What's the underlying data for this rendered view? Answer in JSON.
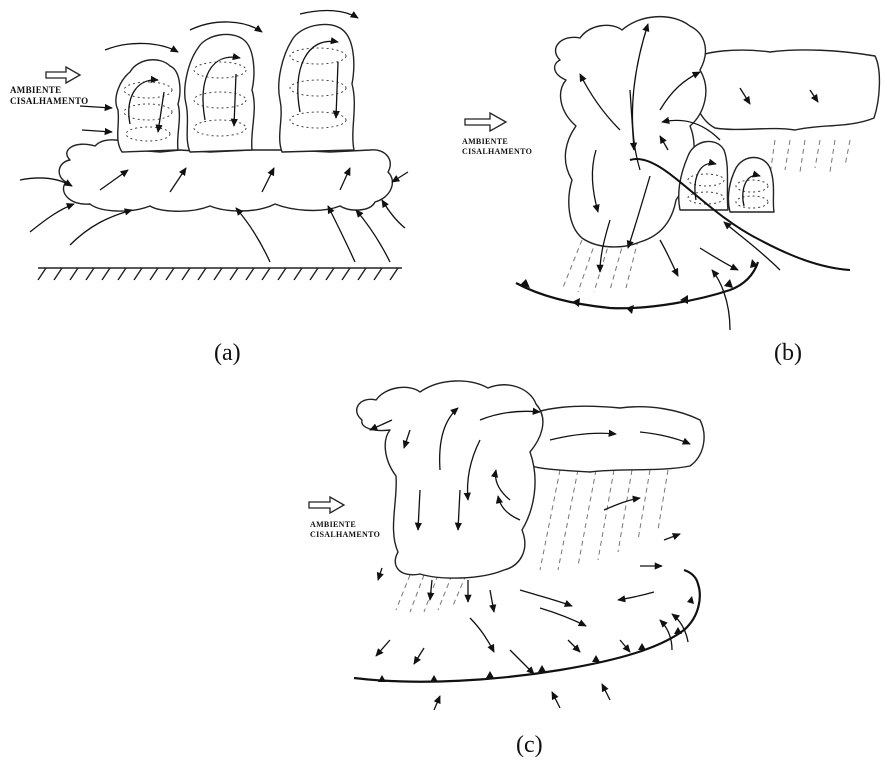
{
  "panels": [
    {
      "id": "a",
      "caption": "(a)",
      "label_line1": "AMBIENTE",
      "label_line2": "CISALHAMENTO"
    },
    {
      "id": "b",
      "caption": "(b)",
      "label_line1": "AMBIENTE",
      "label_line2": "CISALHAMENTO"
    },
    {
      "id": "c",
      "caption": "(c)",
      "label_line1": "AMBIENTE",
      "label_line2": "CISALHAMENTO"
    }
  ],
  "icons": [
    "shear-arrow-icon",
    "updraft-arrow-icon",
    "rotation-arrow-icon",
    "gust-front-icon",
    "rain-streaks-icon",
    "ground-hatch-icon"
  ]
}
